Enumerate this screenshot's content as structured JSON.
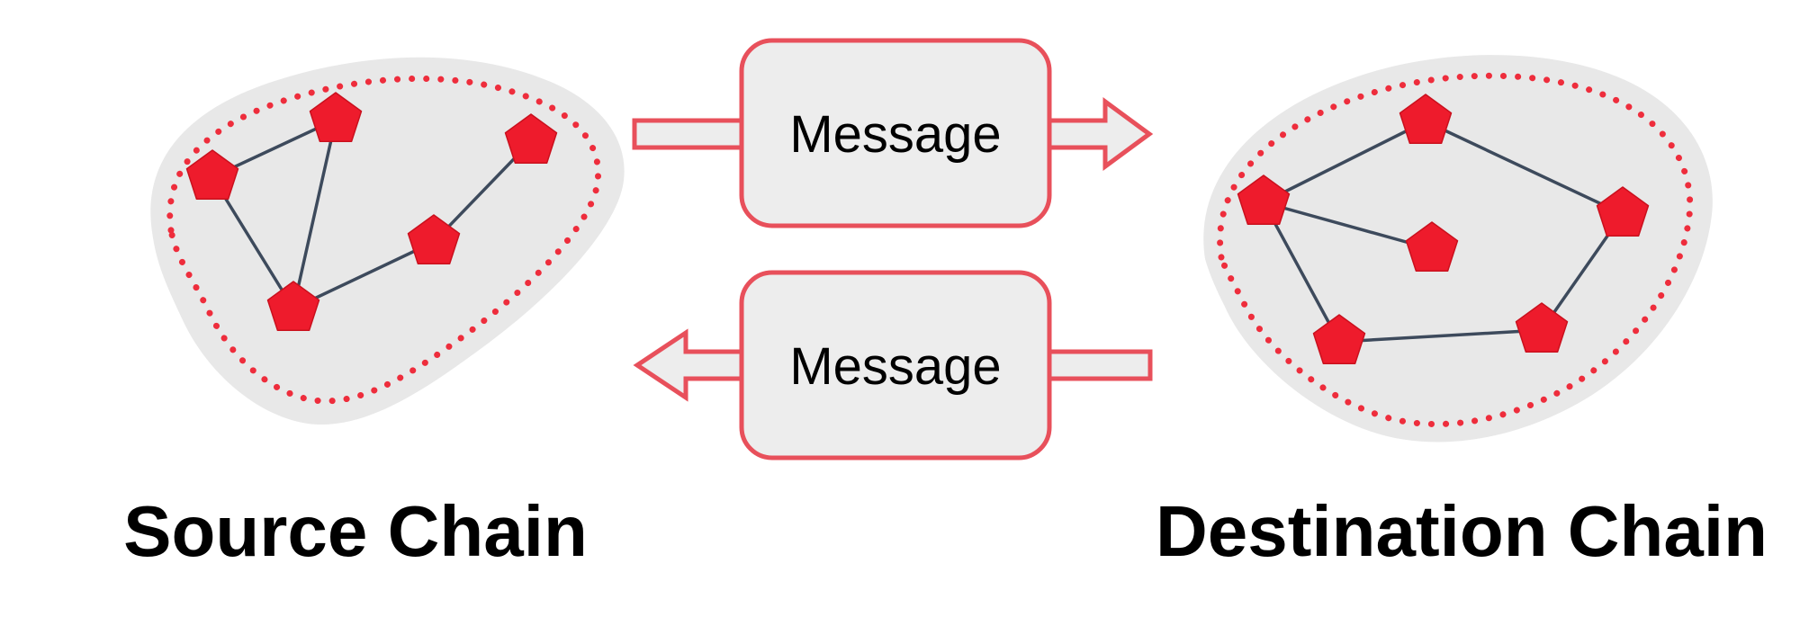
{
  "diagram": {
    "source_chain": {
      "label": "Source Chain"
    },
    "destination_chain": {
      "label": "Destination Chain"
    },
    "message_to_destination": {
      "label": "Message",
      "direction": "right"
    },
    "message_to_source": {
      "label": "Message",
      "direction": "left"
    }
  },
  "colors": {
    "node_red": "#ee1b2c",
    "dot_red": "#ee2d3c",
    "outline_red": "#e8505b",
    "blob_gray": "#e8e8e8",
    "box_fill": "#ededed",
    "edge_dark": "#3d4a5c",
    "text_color": "#000000",
    "background": "#ffffff"
  }
}
